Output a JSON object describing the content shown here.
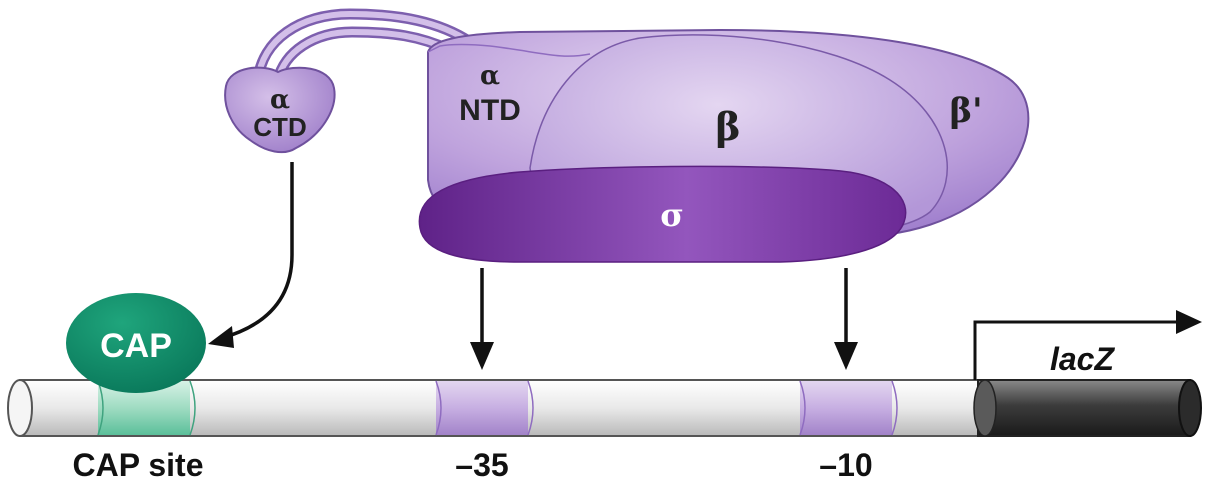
{
  "labels": {
    "alpha_ctd_greek": "α",
    "alpha_ctd_text": "CTD",
    "alpha_ntd_greek": "α",
    "alpha_ntd_text": "NTD",
    "beta": "β",
    "beta_prime": "β'",
    "sigma": "σ",
    "cap": "CAP",
    "lacz": "lacZ",
    "cap_site": "CAP site",
    "minus35": "–35",
    "minus10": "–10"
  },
  "colors": {
    "polymerase_light": "#cdb6e2",
    "polymerase_mid": "#a989cf",
    "polymerase_edge": "#7a5aa8",
    "sigma": "#7a3aa0",
    "cap": "#0e8a66",
    "cap_site": "#8fd6b8",
    "promoter_box": "#b79ad6",
    "dna": "#ebebeb",
    "lacz": "#4a4a4a"
  }
}
